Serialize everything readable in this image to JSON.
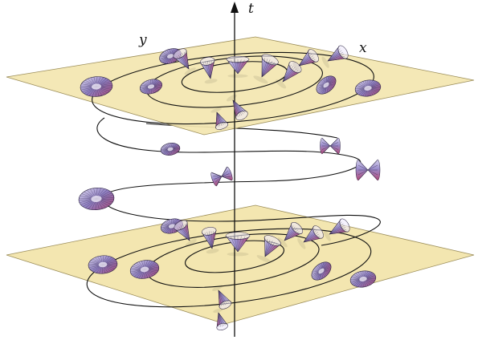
{
  "axes": {
    "t": "t",
    "x": "x",
    "y": "y"
  },
  "colors": {
    "plane_fill": "#f3e6b0",
    "plane_stroke": "#9c8e5a",
    "curve": "#111111",
    "cone_light": "#c7c1e6",
    "cone_mid": "#9b86c6",
    "cone_dark": "#b34a77",
    "cone_line": "#2a2240"
  }
}
